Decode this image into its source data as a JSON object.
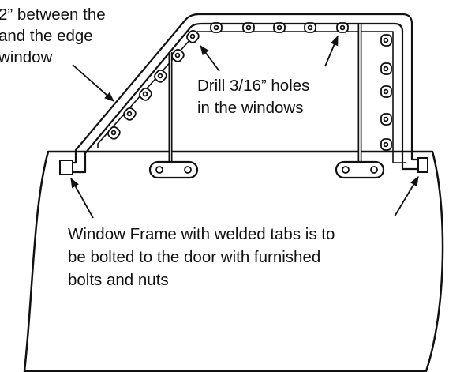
{
  "colors": {
    "ink": "#111111",
    "background": "#ffffff"
  },
  "labels": {
    "top_left": [
      "2” between the",
      "and the edge",
      "window"
    ],
    "drill": [
      "Drill 3/16” holes",
      "in the windows"
    ],
    "frame": [
      "Window Frame with welded tabs is to",
      "be bolted to the door with furnished",
      "bolts and nuts"
    ]
  }
}
